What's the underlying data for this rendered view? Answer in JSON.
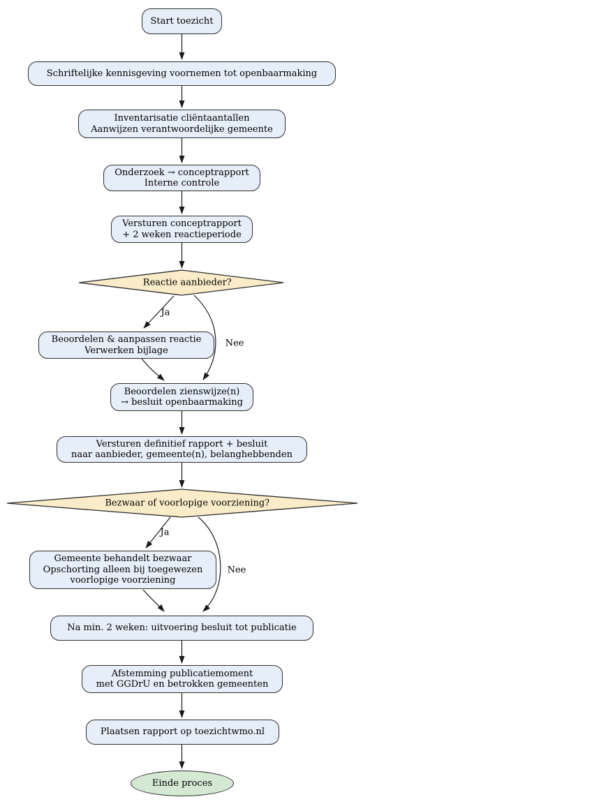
{
  "colors": {
    "background": "#ffffff",
    "process_fill": "#e6eefa",
    "decision_fill": "#faecc8",
    "terminal_fill": "#d5e8d4",
    "stroke": "#2e2e2e",
    "edge_color": "#1a1a1a",
    "text": "#000000"
  },
  "nodes": {
    "start": {
      "label": "Start toezicht"
    },
    "kennisgeving": {
      "label": "Schriftelijke kennisgeving voornemen tot openbaarmaking"
    },
    "inventarisatie": {
      "label": "Inventarisatie cliëntaantallen\nAanwijzen verantwoordelijke gemeente"
    },
    "onderzoek": {
      "label": "Onderzoek → conceptrapport\nInterne controle"
    },
    "versturen_concept": {
      "label": "Versturen conceptrapport\n+ 2 weken reactieperiode"
    },
    "reactie_aanbieder": {
      "label": "Reactie aanbieder?"
    },
    "beoordelen_reactie": {
      "label": "Beoordelen & aanpassen reactie\nVerwerken bijlage"
    },
    "beoordelen_zienswijze": {
      "label": "Beoordelen zienswijze(n)\n→ besluit openbaarmaking"
    },
    "versturen_definitief": {
      "label": "Versturen definitief rapport + besluit\nnaar aanbieder, gemeente(n), belanghebbenden"
    },
    "bezwaar": {
      "label": "Bezwaar of voorlopige voorziening?"
    },
    "gemeente_behandelt": {
      "label": "Gemeente behandelt bezwaar\nOpschorting alleen bij toegewezen\nvoorlopige voorziening"
    },
    "na_min_2_weken": {
      "label": "Na min. 2 weken: uitvoering besluit tot publicatie"
    },
    "afstemming": {
      "label": "Afstemming publicatiemoment\nmet GGDrU en betrokken gemeenten"
    },
    "plaatsen": {
      "label": "Plaatsen rapport op toezichtwmo.nl"
    },
    "einde": {
      "label": "Einde proces"
    }
  },
  "edge_labels": {
    "ja_reactie": "Ja",
    "nee_reactie": "Nee",
    "ja_bezwaar": "Ja",
    "nee_bezwaar": "Nee"
  },
  "edges": [
    {
      "from": "start",
      "to": "kennisgeving"
    },
    {
      "from": "kennisgeving",
      "to": "inventarisatie"
    },
    {
      "from": "inventarisatie",
      "to": "onderzoek"
    },
    {
      "from": "onderzoek",
      "to": "versturen_concept"
    },
    {
      "from": "versturen_concept",
      "to": "reactie_aanbieder"
    },
    {
      "from": "reactie_aanbieder",
      "to": "beoordelen_reactie",
      "label": "Ja"
    },
    {
      "from": "reactie_aanbieder",
      "to": "beoordelen_zienswijze",
      "label": "Nee"
    },
    {
      "from": "beoordelen_reactie",
      "to": "beoordelen_zienswijze"
    },
    {
      "from": "beoordelen_zienswijze",
      "to": "versturen_definitief"
    },
    {
      "from": "versturen_definitief",
      "to": "bezwaar"
    },
    {
      "from": "bezwaar",
      "to": "gemeente_behandelt",
      "label": "Ja"
    },
    {
      "from": "bezwaar",
      "to": "na_min_2_weken",
      "label": "Nee"
    },
    {
      "from": "gemeente_behandelt",
      "to": "na_min_2_weken"
    },
    {
      "from": "na_min_2_weken",
      "to": "afstemming"
    },
    {
      "from": "afstemming",
      "to": "plaatsen"
    },
    {
      "from": "plaatsen",
      "to": "einde"
    }
  ]
}
